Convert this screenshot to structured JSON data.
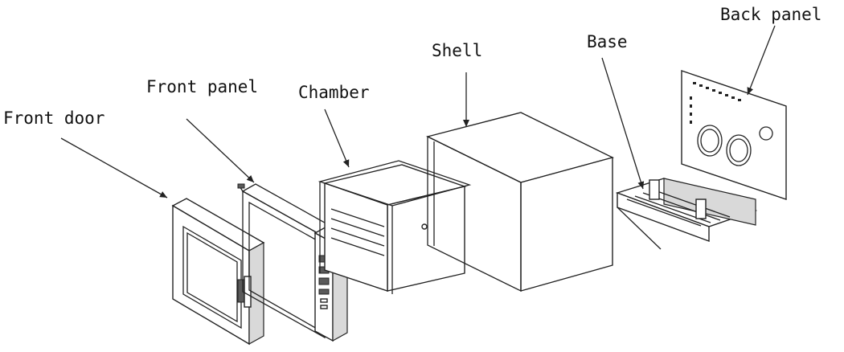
{
  "labels": {
    "back_panel": "Back panel",
    "base": "Base",
    "shell": "Shell",
    "front_panel": "Front panel",
    "chamber": "Chamber",
    "front_door": "Front door"
  }
}
